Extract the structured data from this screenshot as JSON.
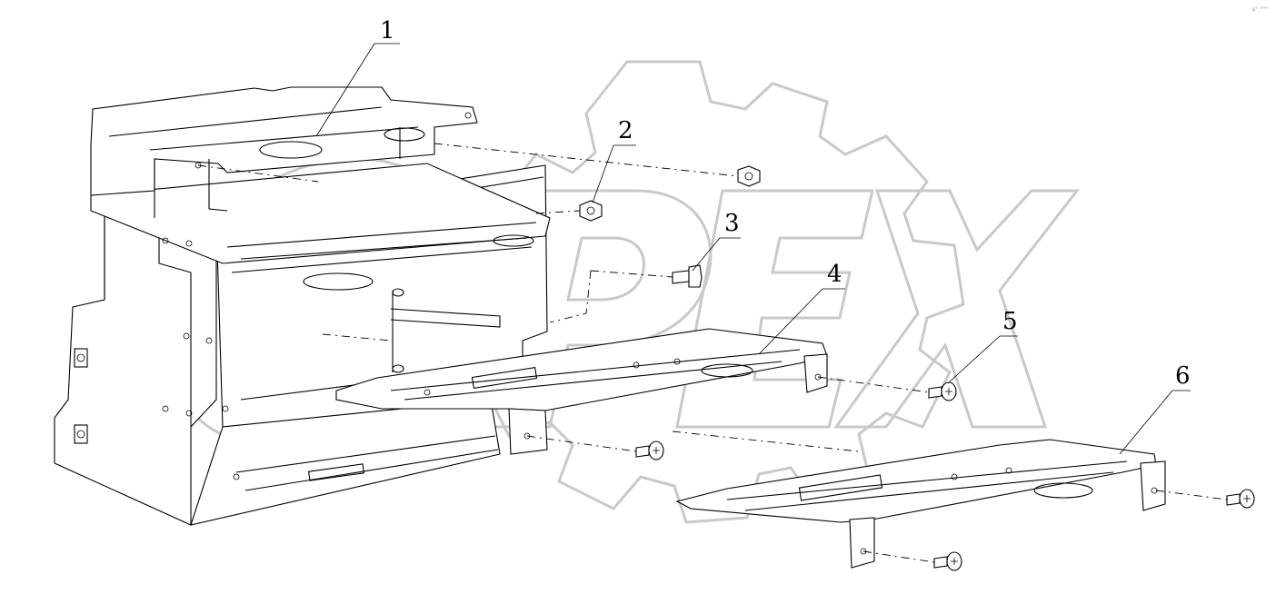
{
  "watermark": {
    "text": "OPEX",
    "color": "#c9c9c9"
  },
  "corner_mark": "s° °°°",
  "callouts": [
    {
      "id": "1",
      "label": "1"
    },
    {
      "id": "2",
      "label": "2"
    },
    {
      "id": "3",
      "label": "3"
    },
    {
      "id": "4",
      "label": "4"
    },
    {
      "id": "5",
      "label": "5"
    },
    {
      "id": "6",
      "label": "6"
    }
  ]
}
